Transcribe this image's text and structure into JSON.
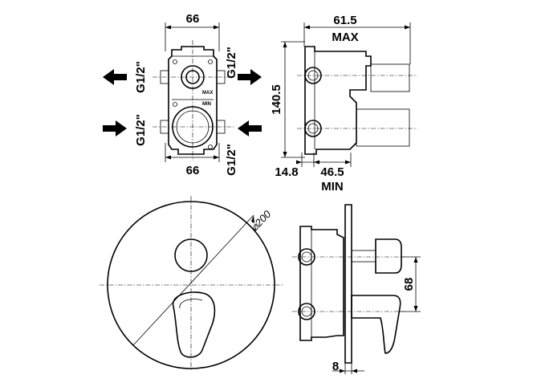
{
  "front_view": {
    "dim_top_width": "66",
    "dim_bottom_width": "66",
    "port_top_right": "G1/2\"",
    "port_bottom_right": "G1/2\"",
    "port_left_top": "G1/2\"",
    "port_left_bottom": "G1/2\"",
    "mark_max": "MAX",
    "mark_min": "MIN"
  },
  "side_view_top": {
    "dim_depth_max": "61.5",
    "label_max": "MAX",
    "dim_height": "140.5",
    "dim_offset": "14.8",
    "dim_depth_min": "46.5",
    "label_min": "MIN"
  },
  "plate_view": {
    "dim_diameter": "⌀200"
  },
  "side_view_bottom": {
    "dim_spacing": "68",
    "dim_plate": "8"
  }
}
